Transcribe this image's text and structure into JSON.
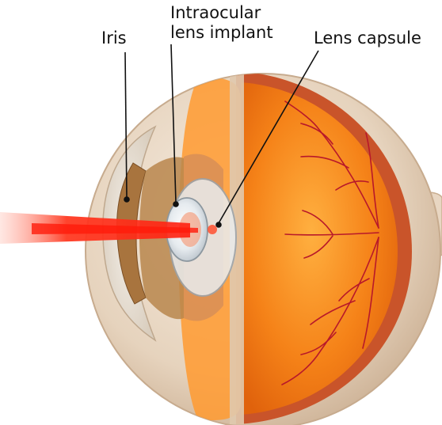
{
  "labels": {
    "iris": "Iris",
    "intraocular_line1": "Intraocular",
    "intraocular_line2": "lens implant",
    "lens_capsule": "Lens capsule"
  },
  "colors": {
    "sclera": "#e9d9c6",
    "retina_orange": "#f07810",
    "retina_inner": "#ff9a2e",
    "vessels": "#b8182a",
    "laser_beam": "#ff2a1a",
    "iris_brown": "#a8743e",
    "choroid": "#c9542a",
    "lens_implant": "#dfe6ec",
    "leader_lines": "#111111"
  }
}
